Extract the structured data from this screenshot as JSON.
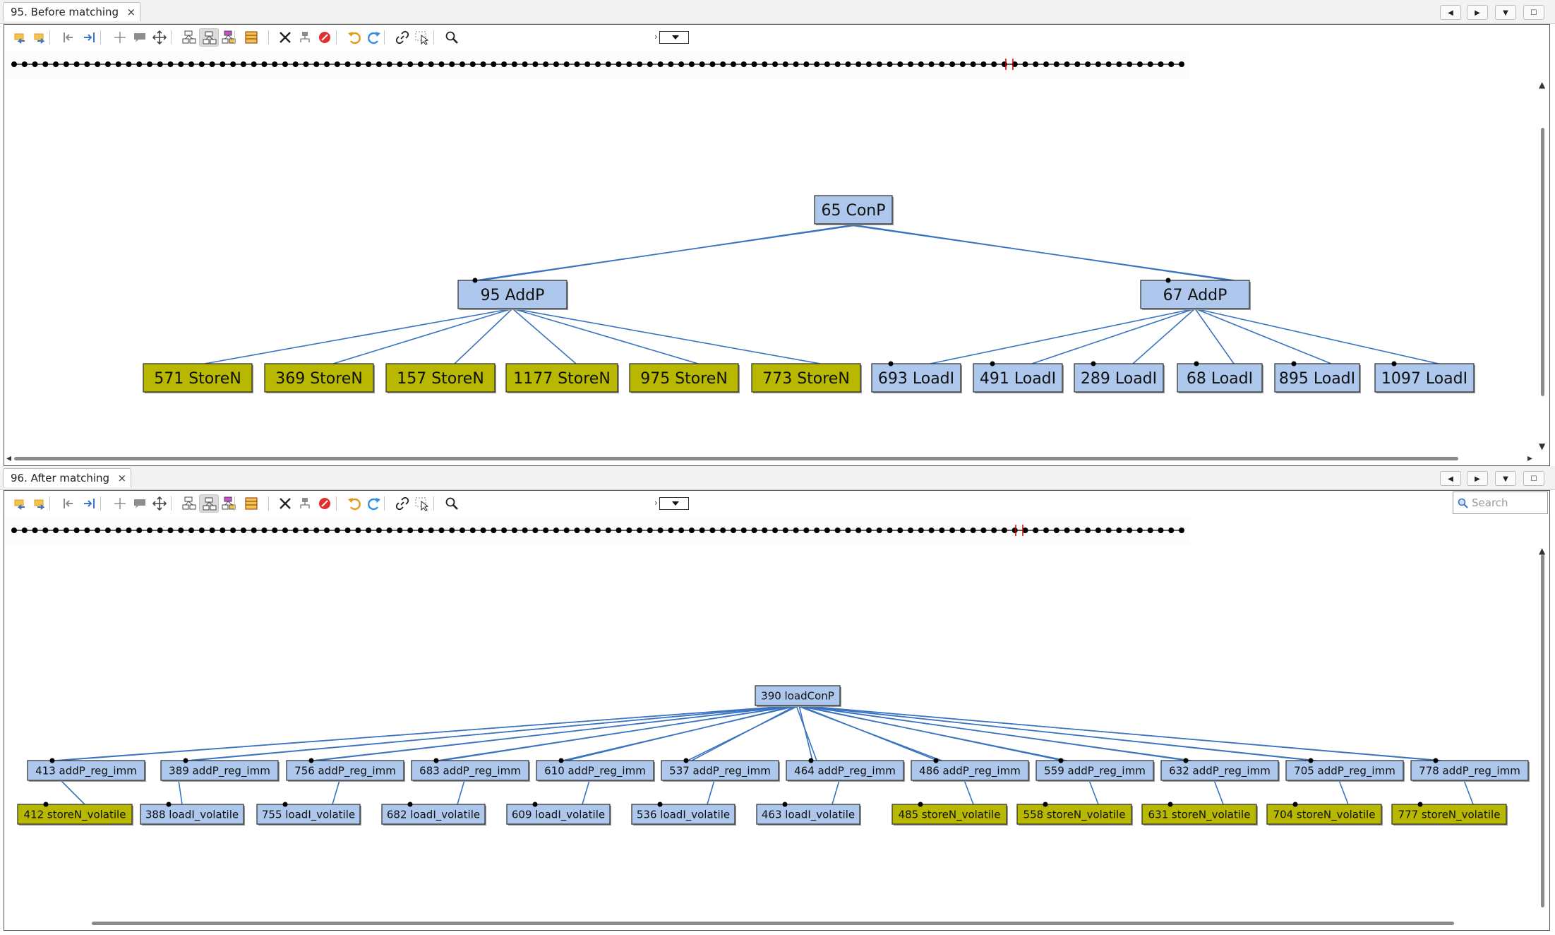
{
  "panes": [
    {
      "tab_title": "95. Before matching",
      "close_glyph": "×",
      "root": "65 ConP",
      "mid": [
        "95 AddP",
        "67 AddP"
      ],
      "leaves": [
        "571 StoreN",
        "369 StoreN",
        "157 StoreN",
        "1177 StoreN",
        "975 StoreN",
        "773 StoreN",
        "693 LoadI",
        "491 LoadI",
        "289 LoadI",
        "68 LoadI",
        "895 LoadI",
        "1097 LoadI"
      ]
    },
    {
      "tab_title": "96. After matching",
      "close_glyph": "×",
      "search_placeholder": "Search",
      "root": "390 loadConP",
      "mid": [
        "413 addP_reg_imm",
        "389 addP_reg_imm",
        "756 addP_reg_imm",
        "683 addP_reg_imm",
        "610 addP_reg_imm",
        "537 addP_reg_imm",
        "464 addP_reg_imm",
        "486 addP_reg_imm",
        "559 addP_reg_imm",
        "632 addP_reg_imm",
        "705 addP_reg_imm",
        "778 addP_reg_imm"
      ],
      "leaves": [
        "412 storeN_volatile",
        "388 loadI_volatile",
        "755 loadI_volatile",
        "682 loadI_volatile",
        "609 loadI_volatile",
        "536 loadI_volatile",
        "463 loadI_volatile",
        "485 storeN_volatile",
        "558 storeN_volatile",
        "631 storeN_volatile",
        "704 storeN_volatile",
        "777 storeN_volatile"
      ]
    }
  ],
  "colors": {
    "node_blue": "#adc8ec",
    "node_olive": "#b8b800",
    "edge": "#3a73c0",
    "selected_tick": "#cc0000"
  },
  "toolbar_icons": [
    "expand-left-icon",
    "expand-right-icon",
    "step-back-icon",
    "step-forward-icon",
    "move-node-icon",
    "comment-icon",
    "pan-icon",
    "layout-hierarchical-icon",
    "layout-tree-icon",
    "layout-cluster-icon",
    "layout-table-icon",
    "hide-nodes-icon",
    "show-nodes-icon",
    "stop-icon",
    "undo-icon",
    "redo-icon",
    "link-icon",
    "select-icon",
    "zoom-icon"
  ]
}
